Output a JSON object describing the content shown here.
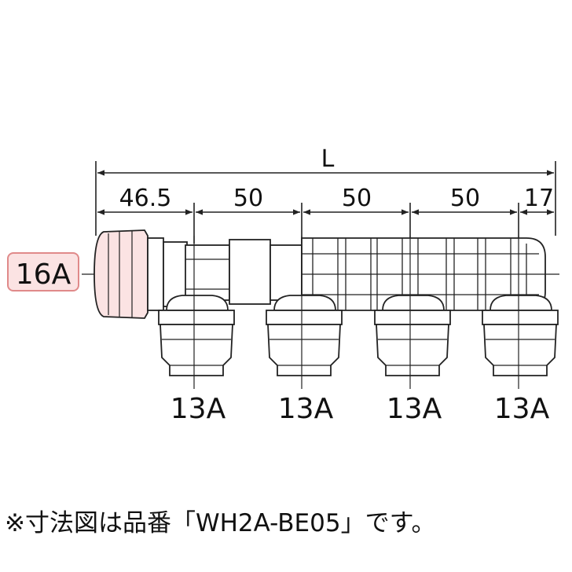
{
  "dimensions": {
    "overall": "L",
    "segments": [
      "46.5",
      "50",
      "50",
      "50",
      "17"
    ]
  },
  "inlet_label": "16A",
  "outlet_labels": [
    "13A",
    "13A",
    "13A",
    "13A"
  ],
  "note": "※寸法図は品番「WH2A-BE05」です。",
  "colors": {
    "line": "#222222",
    "inlet_fill": "#fbe3e3",
    "inlet_stroke": "#e08a8a",
    "body_fill": "#ffffff"
  }
}
